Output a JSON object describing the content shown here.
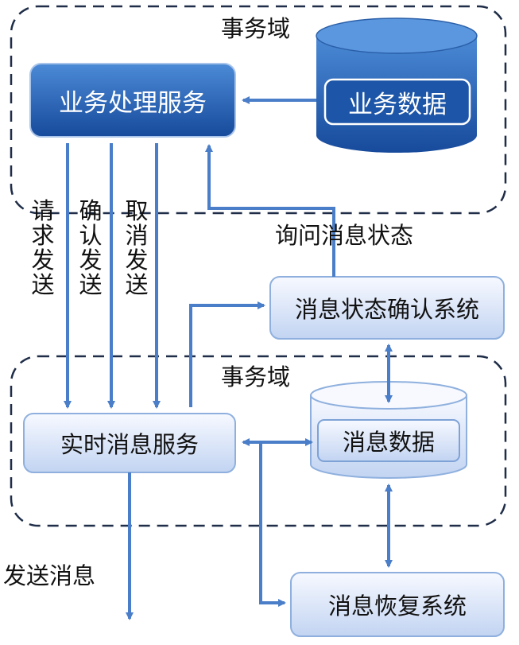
{
  "domains": {
    "top_label": "事务域",
    "bottom_label": "事务域"
  },
  "nodes": {
    "business_service": "业务处理服务",
    "business_data": "业务数据",
    "msg_status_confirm": "消息状态确认系统",
    "realtime_msg_service": "实时消息服务",
    "msg_data": "消息数据",
    "msg_recovery": "消息恢复系统"
  },
  "edges": {
    "request_send": "请求发送",
    "confirm_send": "确认发送",
    "cancel_send": "取消发送",
    "query_status": "询问消息状态",
    "send_message": "发送消息"
  },
  "colors": {
    "dark_box_top": "#3f7fd0",
    "dark_box_bottom": "#1a4fa0",
    "light_box_top": "#f5f8ff",
    "light_box_bottom": "#c5d6f3",
    "arrow": "#4a7ec8",
    "dash": "#1f2d48"
  }
}
